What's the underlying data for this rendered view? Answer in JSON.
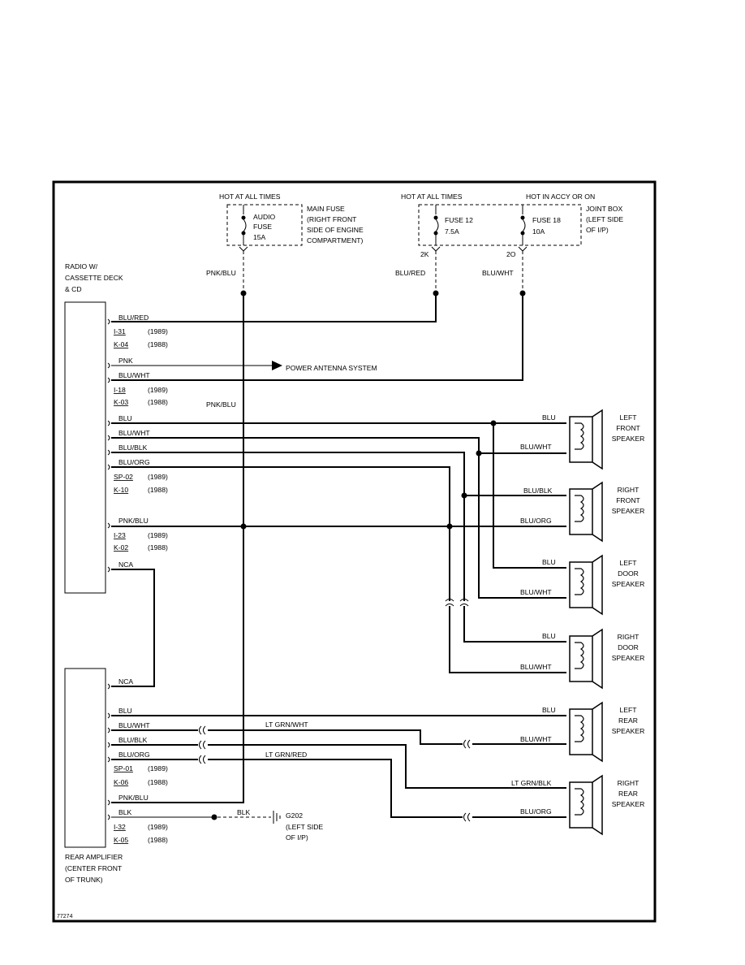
{
  "figure_id": "77274",
  "power": {
    "hot_all_times_1": "HOT AT ALL TIMES",
    "hot_all_times_2": "HOT AT ALL TIMES",
    "hot_accy_on": "HOT IN ACCY OR ON",
    "audio_fuse": [
      "AUDIO",
      "FUSE",
      "15A"
    ],
    "main_fuse_note": [
      "MAIN FUSE",
      "(RIGHT FRONT",
      "SIDE OF ENGINE",
      "COMPARTMENT)"
    ],
    "fuse12": [
      "FUSE 12",
      "7.5A"
    ],
    "fuse18": [
      "FUSE 18",
      "10A"
    ],
    "joint_box_note": [
      "JOINT BOX",
      "(LEFT SIDE",
      "OF I/P)"
    ],
    "term_2k": "2K",
    "term_2o": "2O",
    "wire_pnk_blu": "PNK/BLU",
    "wire_blu_red": "BLU/RED",
    "wire_blu_wht": "BLU/WHT",
    "pnk_blu_mid": "PNK/BLU"
  },
  "radio": {
    "label": [
      "RADIO W/",
      "CASSETTE DECK",
      "& CD"
    ],
    "pins": {
      "blu_red": "BLU/RED",
      "i31": "I-31",
      "k04": "K-04",
      "pnk": "PNK",
      "blu_wht": "BLU/WHT",
      "i18": "I-18",
      "k03": "K-03",
      "blu": "BLU",
      "blu_wht2": "BLU/WHT",
      "blu_blk": "BLU/BLK",
      "blu_org": "BLU/ORG",
      "sp02": "SP-02",
      "k10": "K-10",
      "pnk_blu": "PNK/BLU",
      "i23": "I-23",
      "k02": "K-02",
      "nca": "NCA"
    },
    "year_1989": "(1989)",
    "year_1988": "(1988)"
  },
  "power_antenna": "POWER ANTENNA SYSTEM",
  "speakers": {
    "left_front": [
      "LEFT",
      "FRONT",
      "SPEAKER"
    ],
    "right_front": [
      "RIGHT",
      "FRONT",
      "SPEAKER"
    ],
    "left_door": [
      "LEFT",
      "DOOR",
      "SPEAKER"
    ],
    "right_door": [
      "RIGHT",
      "DOOR",
      "SPEAKER"
    ],
    "left_rear": [
      "LEFT",
      "REAR",
      "SPEAKER"
    ],
    "right_rear": [
      "RIGHT",
      "REAR",
      "SPEAKER"
    ]
  },
  "speaker_wires": {
    "lf1": "BLU",
    "lf2": "BLU/WHT",
    "rf1": "BLU/BLK",
    "rf2": "BLU/ORG",
    "ld1": "BLU",
    "ld2": "BLU/WHT",
    "rd1": "BLU",
    "rd2": "BLU/WHT",
    "lr1": "BLU",
    "lr2": "BLU/WHT",
    "rr1": "LT GRN/BLK",
    "rr2": "BLU/ORG",
    "lt_grn_wht": "LT GRN/WHT",
    "lt_grn_red": "LT GRN/RED"
  },
  "amp": {
    "label": [
      "REAR AMPLIFIER",
      "(CENTER FRONT",
      "OF TRUNK)"
    ],
    "pins": {
      "nca": "NCA",
      "blu": "BLU",
      "blu_wht": "BLU/WHT",
      "blu_blk": "BLU/BLK",
      "blu_org": "BLU/ORG",
      "sp01": "SP-01",
      "k06": "K-06",
      "pnk_blu": "PNK/BLU",
      "blk": "BLK",
      "i32": "I-32",
      "k05": "K-05"
    },
    "year_1989": "(1989)",
    "year_1988": "(1988)"
  },
  "ground": {
    "wire": "BLK",
    "label": [
      "G202",
      "(LEFT SIDE",
      "OF I/P)"
    ]
  }
}
